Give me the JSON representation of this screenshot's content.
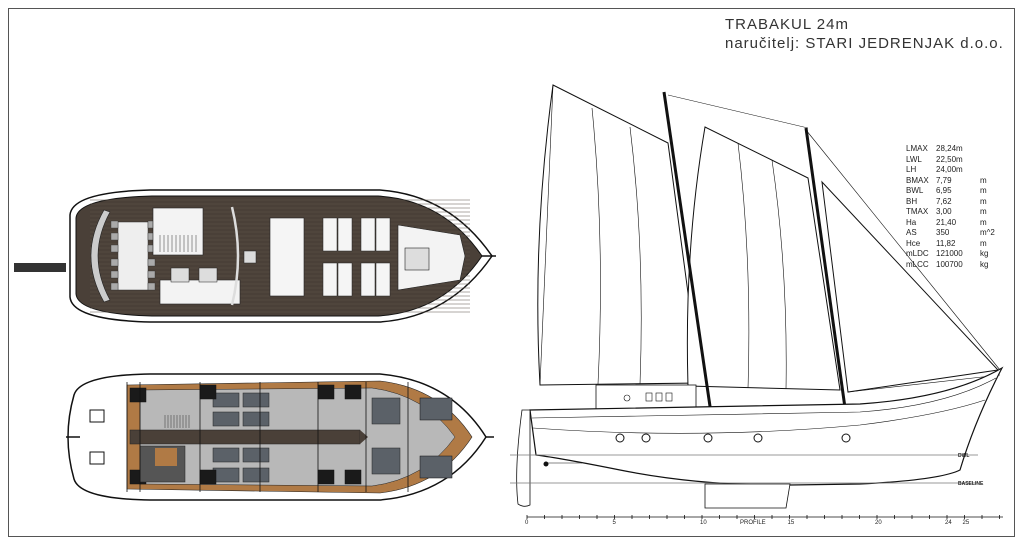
{
  "title": {
    "line1": "TRABAKUL 24m",
    "line2": "naručitelj: STARI JEDRENJAK d.o.o."
  },
  "specs": [
    {
      "key": "LMAX",
      "value": "28,24m",
      "unit": ""
    },
    {
      "key": "LWL",
      "value": "22,50m",
      "unit": ""
    },
    {
      "key": "LH",
      "value": "24,00m",
      "unit": ""
    },
    {
      "key": "BMAX",
      "value": "7,79",
      "unit": "m"
    },
    {
      "key": "BWL",
      "value": "6,95",
      "unit": "m"
    },
    {
      "key": "BH",
      "value": "7,62",
      "unit": "m"
    },
    {
      "key": "TMAX",
      "value": "3,00",
      "unit": "m"
    },
    {
      "key": "Ha",
      "value": "21,40",
      "unit": "m"
    },
    {
      "key": "AS",
      "value": "350",
      "unit": "m^2"
    },
    {
      "key": "Hce",
      "value": "11,82",
      "unit": "m"
    },
    {
      "key": "mLDC",
      "value": "121000",
      "unit": "kg"
    },
    {
      "key": "mLCC",
      "value": "100700",
      "unit": "kg"
    }
  ],
  "profile": {
    "dwl_label": "DWL",
    "baseline_label": "BASELINE",
    "profile_label": "PROFILE",
    "scale_ticks": [
      "0",
      "5",
      "10",
      "15",
      "20",
      "24",
      "25"
    ]
  },
  "colors": {
    "deck_wood": "#4a4038",
    "teak_trim": "#b07a45",
    "floor_grey": "#b8b8b8",
    "dark": "#1a1a1a"
  }
}
